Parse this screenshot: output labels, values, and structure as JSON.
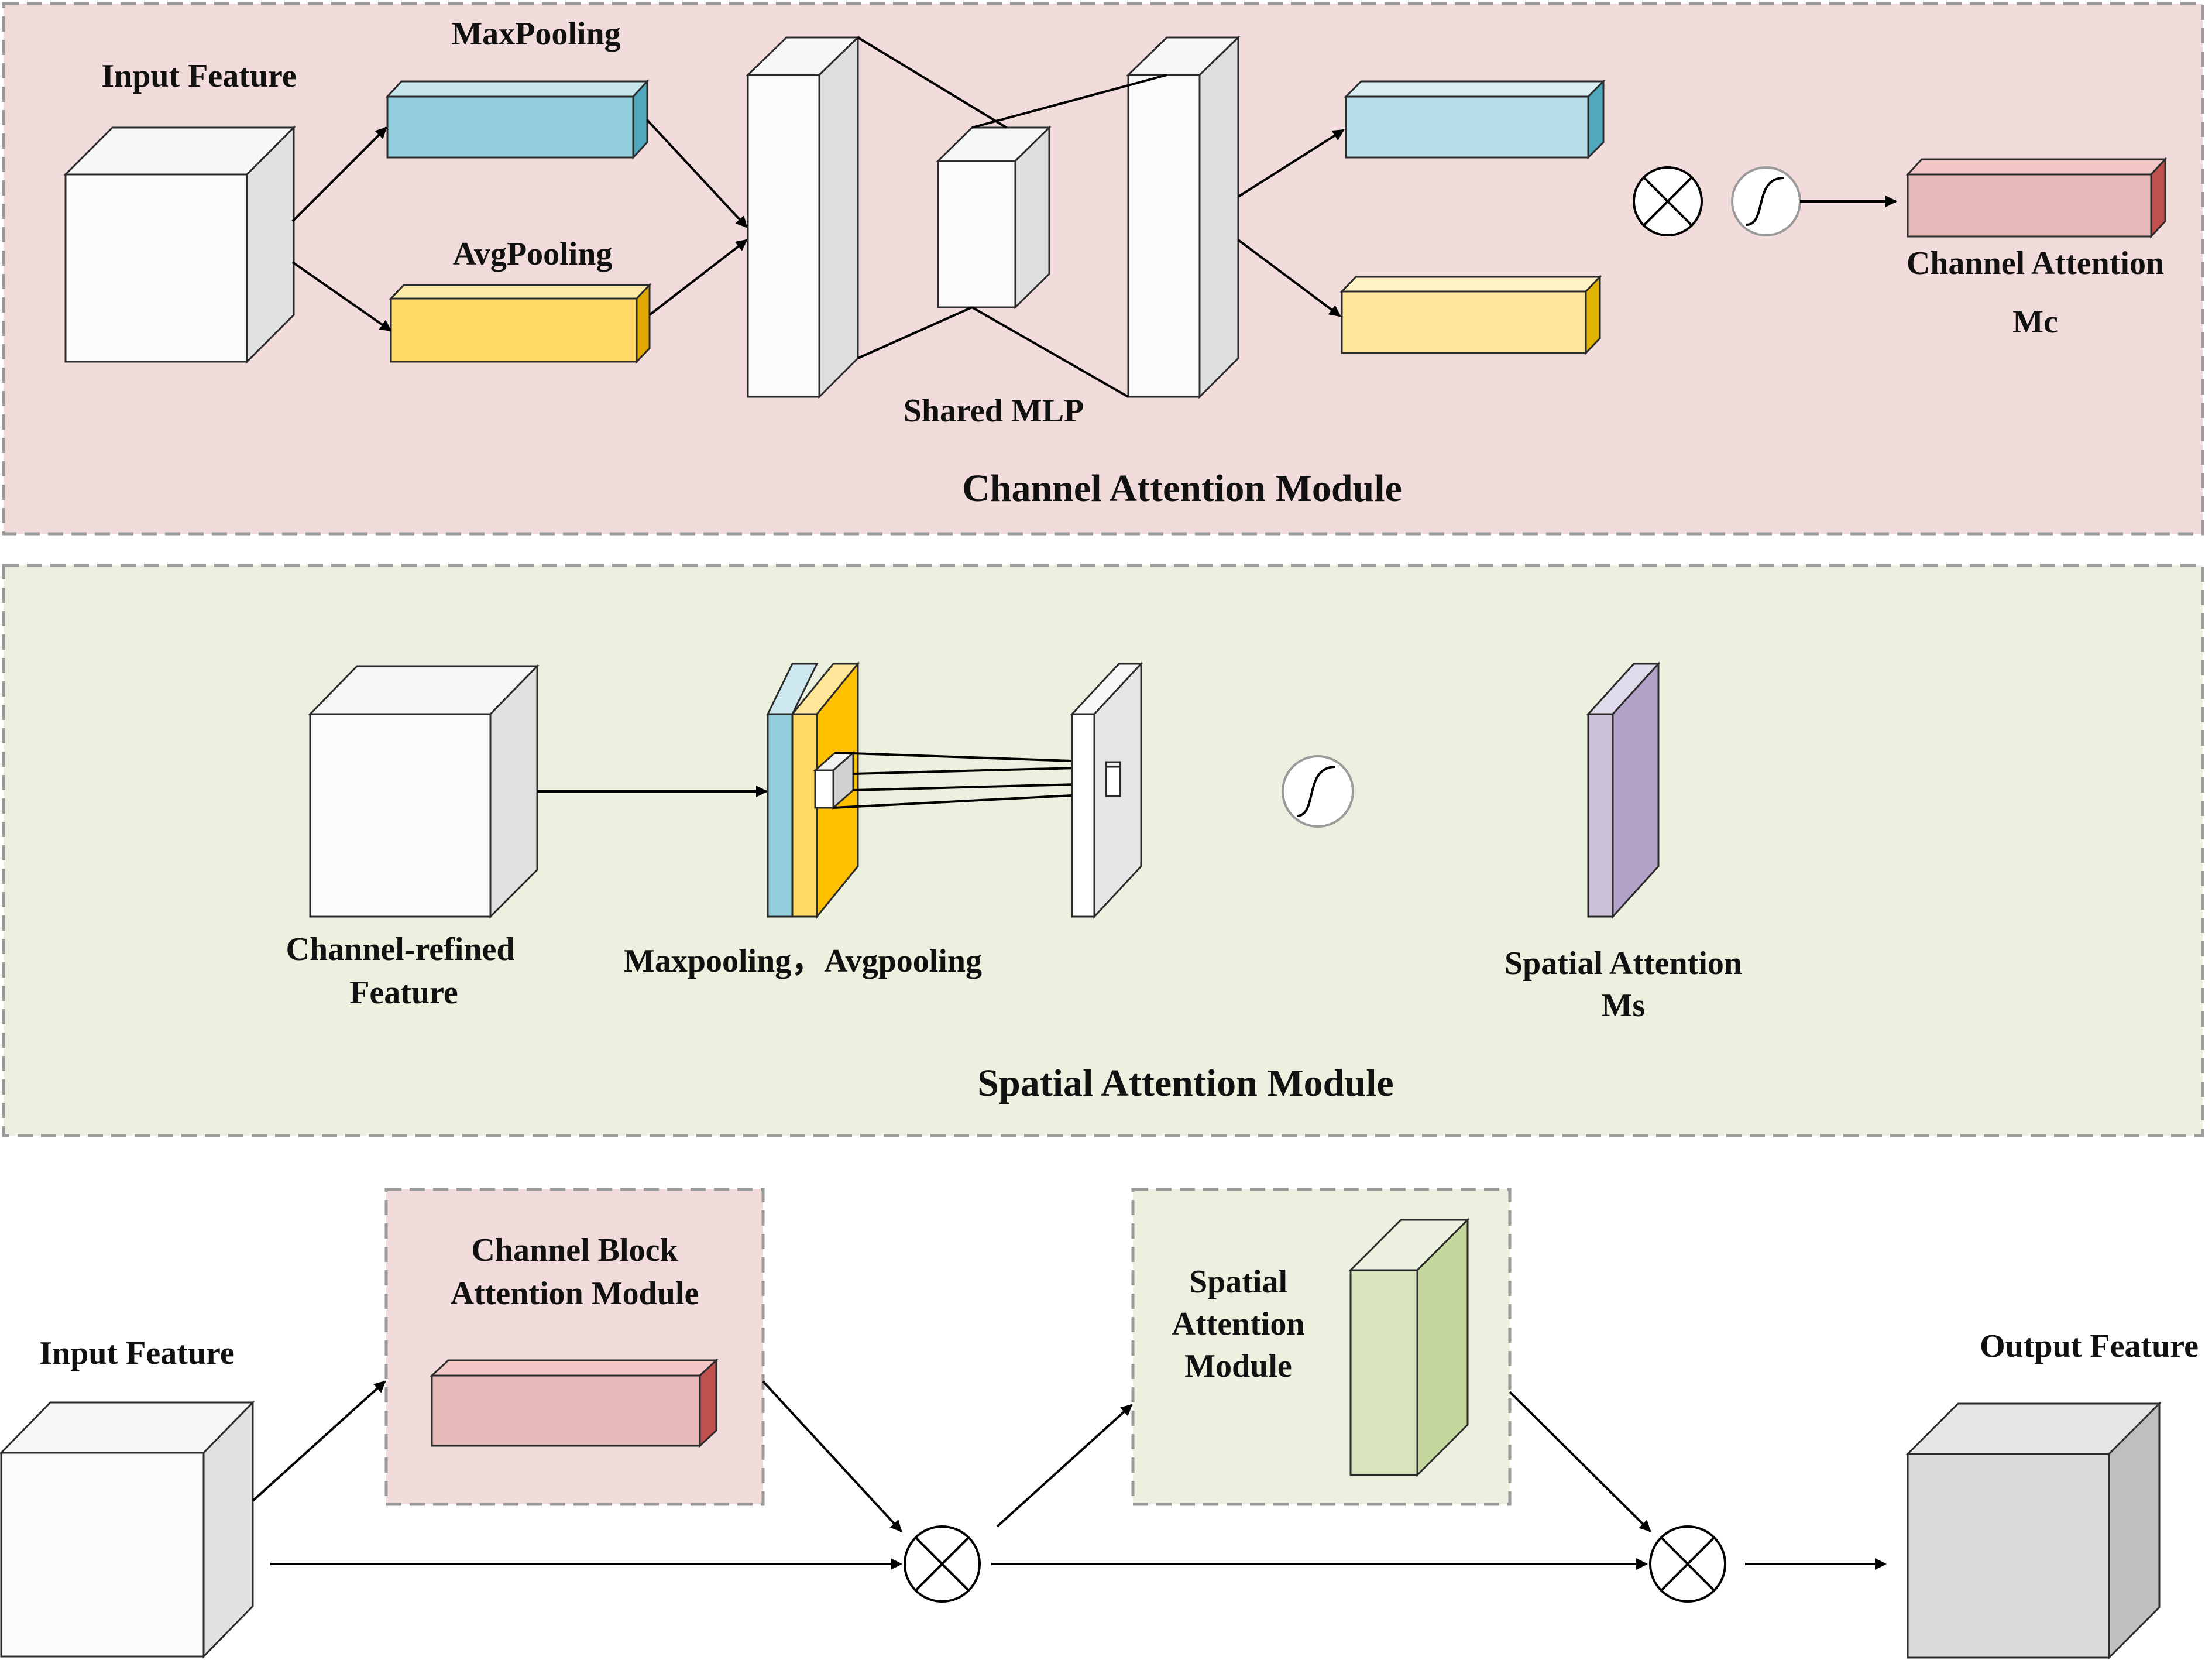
{
  "channel_module": {
    "title": "Channel Attention Module",
    "input_label": "Input Feature",
    "maxpool_label": "MaxPooling",
    "avgpool_label": "AvgPooling",
    "mlp_label": "Shared MLP",
    "output_label_line1": "Channel Attention",
    "output_label_line2": "Mc"
  },
  "spatial_module": {
    "title": "Spatial Attention Module",
    "input_label_line1": "Channel-refined",
    "input_label_line2": "Feature",
    "pool_label": "Maxpooling，Avgpooling",
    "output_label_line1": "Spatial Attention",
    "output_label_line2": "Ms"
  },
  "overview": {
    "input_label": "Input Feature",
    "channel_block_line1": "Channel Block",
    "channel_block_line2": "Attention Module",
    "spatial_block_line1": "Spatial",
    "spatial_block_line2": "Attention",
    "spatial_block_line3": "Module",
    "output_label": "Output Feature"
  },
  "colors": {
    "channel_panel_bg": "#f2dcdb",
    "spatial_panel_bg": "#ebf1de",
    "maxpool_blue": "#a4d4de",
    "avgpool_yellow": "#ffd966",
    "channel_map_pink": "#e6b8b7",
    "spatial_map_purple": "#b3a2c7",
    "spatial_block_green": "#d7e4bd",
    "output_gray": "#d9d9d9"
  }
}
